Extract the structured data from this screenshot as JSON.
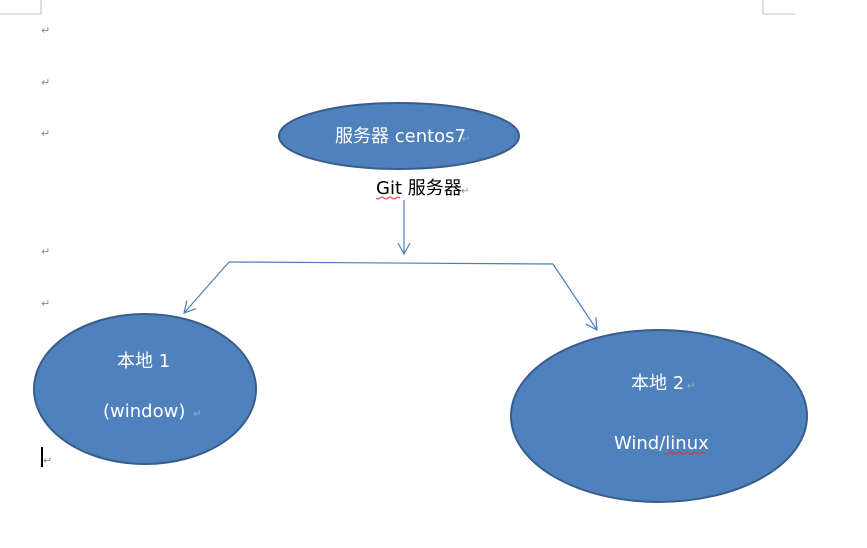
{
  "paragraph_mark": "↵",
  "server_node": {
    "title": "服务器 centos7"
  },
  "git_label": {
    "prefix": "Git",
    "suffix": " 服务器"
  },
  "local1_node": {
    "title": "本地 1",
    "subtitle": "(window)"
  },
  "local2_node": {
    "title": "本地 2",
    "subtitle": "Wind/linux"
  },
  "colors": {
    "node_fill": "#4f81bd",
    "node_stroke": "#385d8a",
    "connector": "#4a7ebb"
  }
}
